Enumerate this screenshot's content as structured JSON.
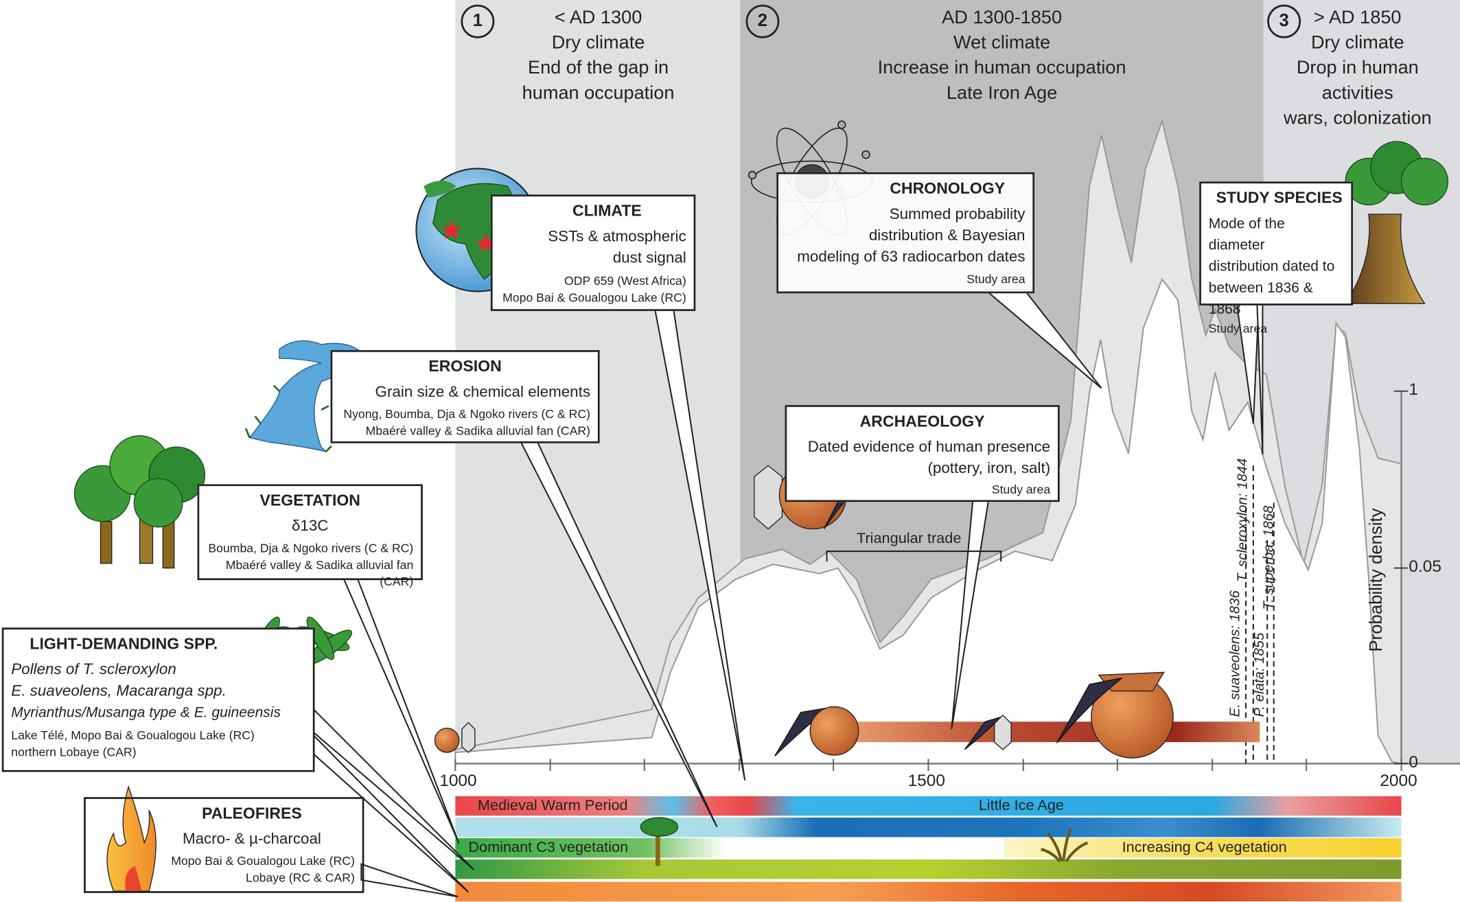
{
  "periods": [
    {
      "number": "1",
      "lines": [
        "< AD 1300",
        "Dry climate",
        "End of the gap in",
        "human occupation"
      ]
    },
    {
      "number": "2",
      "lines": [
        "AD 1300-1850",
        "Wet climate",
        "Increase in human occupation",
        "Late Iron Age"
      ]
    },
    {
      "number": "3",
      "lines": [
        "> AD 1850",
        "Dry climate",
        "Drop in human",
        "activities",
        "wars, colonization"
      ]
    }
  ],
  "axis": {
    "x_ticks": [
      "1000",
      "1500",
      "2000"
    ],
    "y_ticks": [
      "0",
      "0.05",
      "1"
    ],
    "y_label": "Probability density"
  },
  "boxes": {
    "climate": {
      "title": "CLIMATE",
      "main": [
        "SSTs & atmospheric",
        "dust signal"
      ],
      "sites": [
        "ODP 659 (West Africa)",
        "Mopo Bai & Goualogou Lake (RC)"
      ]
    },
    "erosion": {
      "title": "EROSION",
      "main": [
        "Grain size & chemical elements"
      ],
      "sites": [
        "Nyong, Boumba, Dja & Ngoko rivers (C & RC)",
        "Mbaéré valley & Sadika alluvial fan (CAR)"
      ]
    },
    "vegetation": {
      "title": "VEGETATION",
      "main": [
        "δ13C"
      ],
      "sites": [
        "Boumba, Dja & Ngoko rivers (C & RC)",
        "Mbaéré valley & Sadika alluvial fan (CAR)"
      ]
    },
    "light": {
      "title": "LIGHT-DEMANDING SPP.",
      "main": [
        "Pollens of T. scleroxylon",
        "E. suaveolens, Macaranga spp.",
        "Myrianthus/Musanga type & E. guineensis"
      ],
      "sites": [
        "Lake Télé, Mopo Bai & Goualogou Lake (RC)",
        "northern Lobaye (CAR)"
      ]
    },
    "paleofires": {
      "title": "PALEOFIRES",
      "main": [
        "Macro- & µ-charcoal"
      ],
      "sites": [
        "Mopo Bai &  Goualogou Lake (RC)",
        "Lobaye (RC & CAR)"
      ]
    },
    "chronology": {
      "title": "CHRONOLOGY",
      "main": [
        "Summed probability",
        "distribution & Bayesian",
        "modeling of 63 radiocarbon dates"
      ],
      "sites": [
        "Study area"
      ]
    },
    "archaeology": {
      "title": "ARCHAEOLOGY",
      "main": [
        "Dated evidence of human presence",
        "(pottery, iron, salt)"
      ],
      "sites": [
        "Study area"
      ]
    },
    "species": {
      "title": "STUDY SPECIES",
      "main": [
        "Mode of the diameter",
        "distribution dated to",
        "between 1836 & 1868"
      ],
      "sites": [
        "Study area"
      ]
    }
  },
  "annotations": {
    "triangular_trade": "Triangular trade",
    "species_dates": [
      "E. suaveolens: 1836",
      "T. scleroxylon: 1844",
      "P. elata: 1855",
      "T. superba: 1868"
    ]
  },
  "bars": {
    "climate_labels": [
      "Medieval Warm Period",
      "Little Ice Age"
    ],
    "vegetation_labels": [
      "Dominant C3 vegetation",
      "Increasing C4 vegetation"
    ]
  },
  "colors": {
    "period1_bg": "#e0e1e3",
    "period2_bg": "#bdbec0",
    "warm": "#e8464a",
    "cold": "#1e9fdc",
    "c3": "#3bab4a",
    "c4": "#f8d94a",
    "fire": "#f08a3c"
  }
}
